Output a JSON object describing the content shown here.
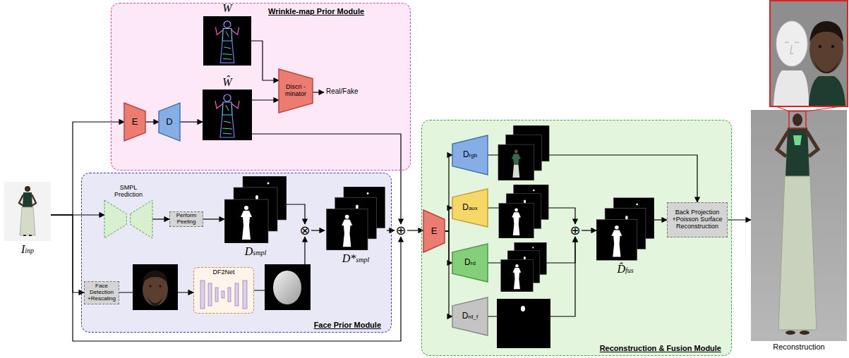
{
  "diagram": {
    "nodes": [
      {
        "text": [
          "Wrinkle-map Prior Module"
        ]
      },
      {
        "text": [
          "W"
        ],
        "in": 0
      },
      {
        "text": [
          "E"
        ],
        "in": 0
      },
      {
        "text": [
          "D"
        ],
        "in": 0
      },
      {
        "text": [
          "Ŵ"
        ],
        "in": 0
      },
      {
        "text": [
          "Discri -minator"
        ],
        "in": 0
      },
      {
        "text": [
          "Iinp"
        ]
      },
      {
        "text": [
          "Face Prior Module"
        ]
      },
      {
        "text": [
          "SMPL Prediction"
        ],
        "in": 7
      },
      {
        "text": [
          "Perform Peeling"
        ],
        "in": 7
      },
      {
        "text": [
          "Dsmpl"
        ],
        "in": 7
      },
      {
        "text": [
          "⊗"
        ],
        "in": 7
      },
      {
        "text": [
          "D*smpl"
        ],
        "in": 7
      },
      {
        "text": [
          "Face Detection +Rescaling"
        ],
        "in": 7
      },
      {
        "text": [
          "DF2Net"
        ],
        "in": 7
      },
      {
        "text": [
          "⊕"
        ]
      },
      {
        "text": [
          "Reconstruction & Fusion Module"
        ]
      },
      {
        "text": [
          "E"
        ],
        "in": 16
      },
      {
        "text": [
          "Drgb"
        ],
        "in": 16
      },
      {
        "text": [
          "Daux"
        ],
        "in": 16
      },
      {
        "text": [
          "Drd"
        ],
        "in": 16
      },
      {
        "text": [
          "Drd_f"
        ],
        "in": 16
      },
      {
        "text": [
          "⊕"
        ],
        "in": 16
      },
      {
        "text": [
          "D̂fus"
        ],
        "in": 16
      },
      {
        "text": [
          "Back Projection +Poisson Surface Reconstruction"
        ],
        "in": 16
      },
      {
        "text": [
          "Reconstruction"
        ]
      }
    ],
    "edges": [
      {
        "from": 6,
        "to": 2,
        "arrow": "to"
      },
      {
        "from": 2,
        "to": 3,
        "arrow": "to"
      },
      {
        "from": 3,
        "to": 4,
        "arrow": "to"
      },
      {
        "from": 1,
        "to": 5,
        "arrow": "to"
      },
      {
        "from": 4,
        "to": 5,
        "arrow": "to"
      },
      {
        "from": 4,
        "to": 15,
        "arrow": "to"
      },
      {
        "from": 6,
        "to": 8,
        "arrow": "to"
      },
      {
        "from": 8,
        "to": 9,
        "arrow": "to"
      },
      {
        "from": 9,
        "to": 10,
        "arrow": "to"
      },
      {
        "from": 10,
        "to": 11,
        "arrow": "to"
      },
      {
        "from": 6,
        "to": 13,
        "arrow": "to"
      },
      {
        "from": 13,
        "to": 14,
        "arrow": "to"
      },
      {
        "from": 14,
        "to": 11,
        "arrow": "to"
      },
      {
        "from": 11,
        "to": 12,
        "arrow": "to"
      },
      {
        "from": 12,
        "to": 15,
        "arrow": "to"
      },
      {
        "from": 6,
        "to": 15,
        "arrow": "to"
      },
      {
        "from": 15,
        "to": 17,
        "arrow": "to"
      },
      {
        "from": 17,
        "to": 18,
        "arrow": "to"
      },
      {
        "from": 17,
        "to": 19,
        "arrow": "to"
      },
      {
        "from": 17,
        "to": 20,
        "arrow": "to"
      },
      {
        "from": 17,
        "to": 21,
        "arrow": "to"
      },
      {
        "from": 18,
        "to": 24,
        "arrow": "to"
      },
      {
        "from": 19,
        "to": 22,
        "arrow": "to"
      },
      {
        "from": 20,
        "to": 22,
        "arrow": "to"
      },
      {
        "from": 21,
        "to": 22,
        "arrow": "to"
      },
      {
        "from": 22,
        "to": 23,
        "arrow": "to"
      },
      {
        "from": 23,
        "to": 24,
        "arrow": "to"
      },
      {
        "from": 24,
        "to": 25,
        "arrow": "to"
      }
    ],
    "labels": [
      "Real/Fake"
    ]
  }
}
